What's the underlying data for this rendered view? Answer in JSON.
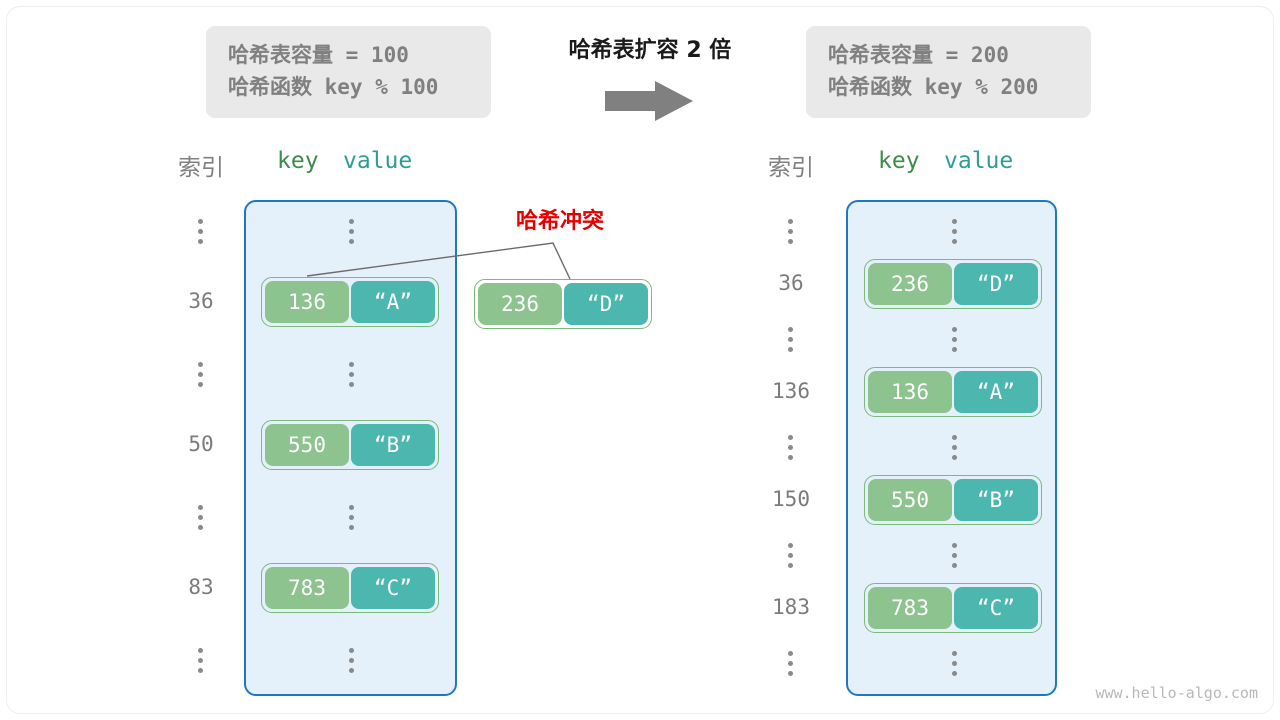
{
  "title": "哈希表扩容 2 倍",
  "watermark": "www.hello-algo.com",
  "arrow_color": "#808080",
  "colors": {
    "key_fill": "#8dc38f",
    "value_fill": "#4cb7af",
    "pair_border": "#7cb87f",
    "bucket_fill": "#e4f0fa",
    "bucket_border": "#1f77c4",
    "info_box_fill": "#e9e9e9",
    "info_text": "#808080",
    "index_text": "#7b7b7b",
    "key_header": "#3d8c49",
    "value_header": "#2f9c95",
    "collision_text": "#e60000"
  },
  "collision": {
    "label": "哈希冲突",
    "orphan_entry": {
      "key": "236",
      "value": "“D”"
    }
  },
  "left": {
    "info": {
      "capacity_line": "哈希表容量 = 100",
      "hash_line": "哈希函数 key % 100"
    },
    "headers": {
      "index": "索引",
      "key": "key",
      "value": "value"
    },
    "rows": [
      {
        "type": "ellipsis"
      },
      {
        "type": "entry",
        "index": "36",
        "key": "136",
        "value": "“A”"
      },
      {
        "type": "ellipsis"
      },
      {
        "type": "entry",
        "index": "50",
        "key": "550",
        "value": "“B”"
      },
      {
        "type": "ellipsis"
      },
      {
        "type": "entry",
        "index": "83",
        "key": "783",
        "value": "“C”"
      },
      {
        "type": "ellipsis"
      }
    ]
  },
  "right": {
    "info": {
      "capacity_line": "哈希表容量 = 200",
      "hash_line": "哈希函数 key % 200"
    },
    "headers": {
      "index": "索引",
      "key": "key",
      "value": "value"
    },
    "rows": [
      {
        "type": "ellipsis"
      },
      {
        "type": "entry",
        "index": "36",
        "key": "236",
        "value": "“D”"
      },
      {
        "type": "ellipsis"
      },
      {
        "type": "entry",
        "index": "136",
        "key": "136",
        "value": "“A”"
      },
      {
        "type": "ellipsis"
      },
      {
        "type": "entry",
        "index": "150",
        "key": "550",
        "value": "“B”"
      },
      {
        "type": "ellipsis"
      },
      {
        "type": "entry",
        "index": "183",
        "key": "783",
        "value": "“C”"
      },
      {
        "type": "ellipsis"
      }
    ]
  }
}
